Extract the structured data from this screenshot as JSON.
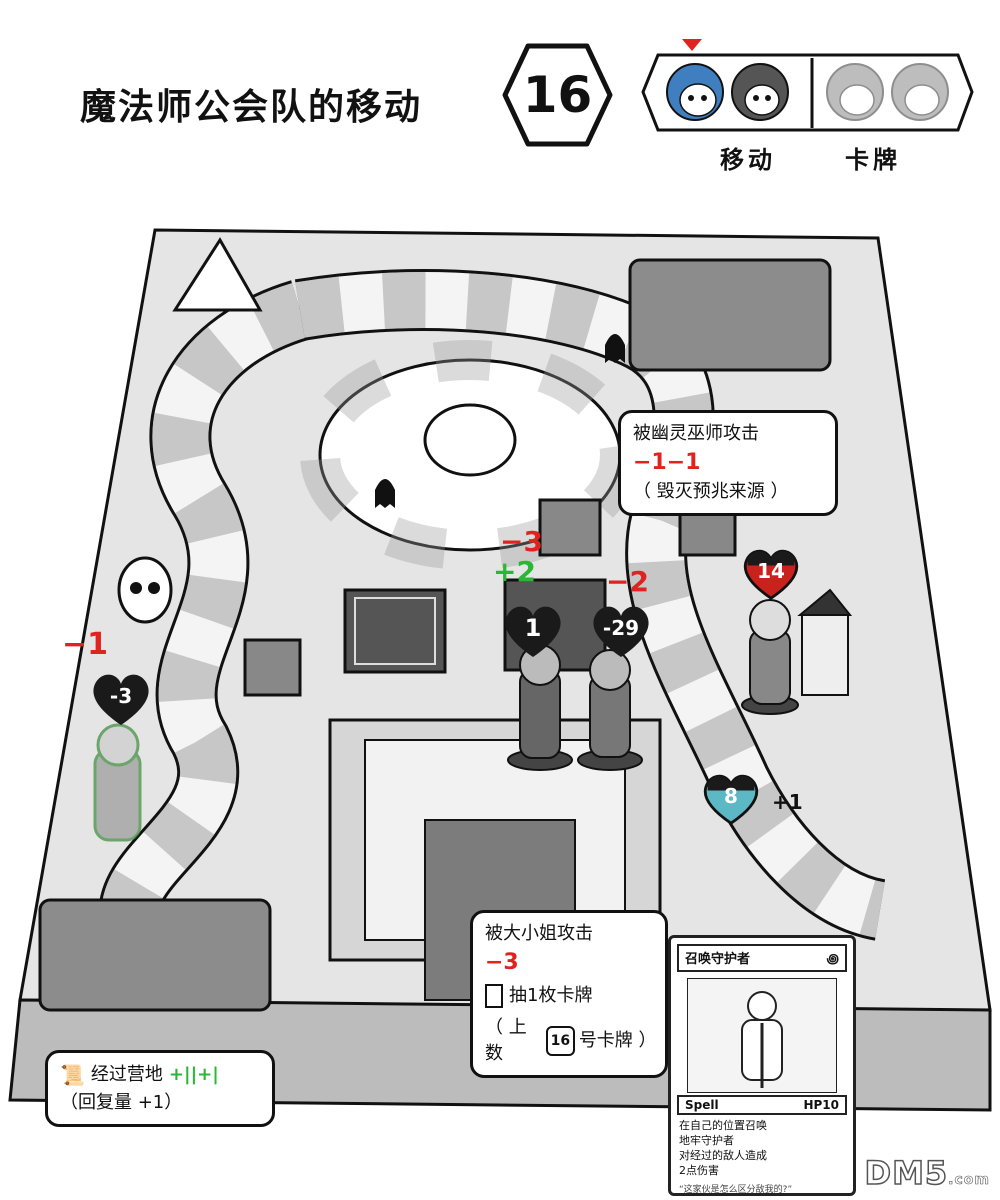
{
  "title": "魔法师公会队的移动",
  "round": "16",
  "phases": {
    "move": "移动",
    "card": "卡牌"
  },
  "attack_note_top": {
    "line1": "被幽灵巫师攻击",
    "line2": "−1−1",
    "line3": "（ 毁灭预兆来源 ）"
  },
  "attack_note_bottom": {
    "line1": "被大小姐攻击",
    "line2": "−3",
    "line3": "抽1枚卡牌",
    "line4_pre": "（ 上数",
    "line4_num": "16",
    "line4_post": "号卡牌 ）"
  },
  "camp_note": {
    "line1": "经过营地",
    "tally": "+||+|",
    "line2": "（回复量 +1）"
  },
  "floating_numbers": {
    "minus3_top": "−3",
    "plus2": "+2",
    "minus2": "−2",
    "minus1_left": "−1",
    "plus1_right": "+1"
  },
  "hearts": {
    "left": "-3",
    "center": "1",
    "center_right": "-29",
    "right_red": "14",
    "teal": "8"
  },
  "card": {
    "name": "召唤守护者",
    "type": "Spell",
    "hp": "HP10",
    "desc1": "在自己的位置召唤",
    "desc2": "地牢守护者",
    "desc3": "对经过的敌人造成",
    "desc4": "2点伤害",
    "quote": "“这家伙是怎么区分敌我的?”"
  },
  "watermark": {
    "main": "DM5",
    "sub": ".com"
  },
  "colors": {
    "accent_red": "#e0231e",
    "accent_green": "#29b833",
    "teal": "#5bb8c4"
  }
}
